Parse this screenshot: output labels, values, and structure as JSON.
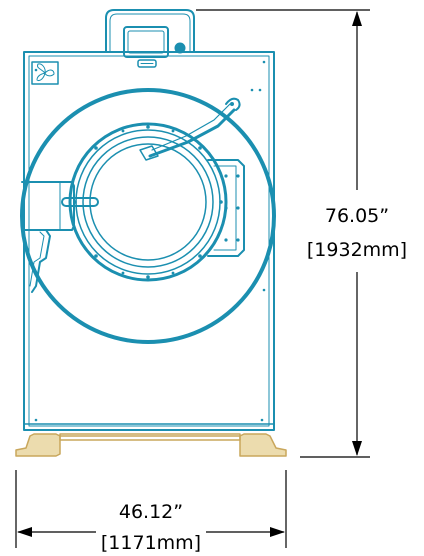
{
  "drawing": {
    "height_dimension": {
      "imperial": "76.05”",
      "metric": "[1932mm]"
    },
    "width_dimension": {
      "imperial": "46.12”",
      "metric": "[1171mm]"
    }
  },
  "colors": {
    "machine_outline": "#1b8fb0",
    "feet": "#c9a75c",
    "dimension_lines": "#000000",
    "background": "#ffffff"
  },
  "icons": {
    "control_panel_logo": "fan-logo-icon"
  }
}
